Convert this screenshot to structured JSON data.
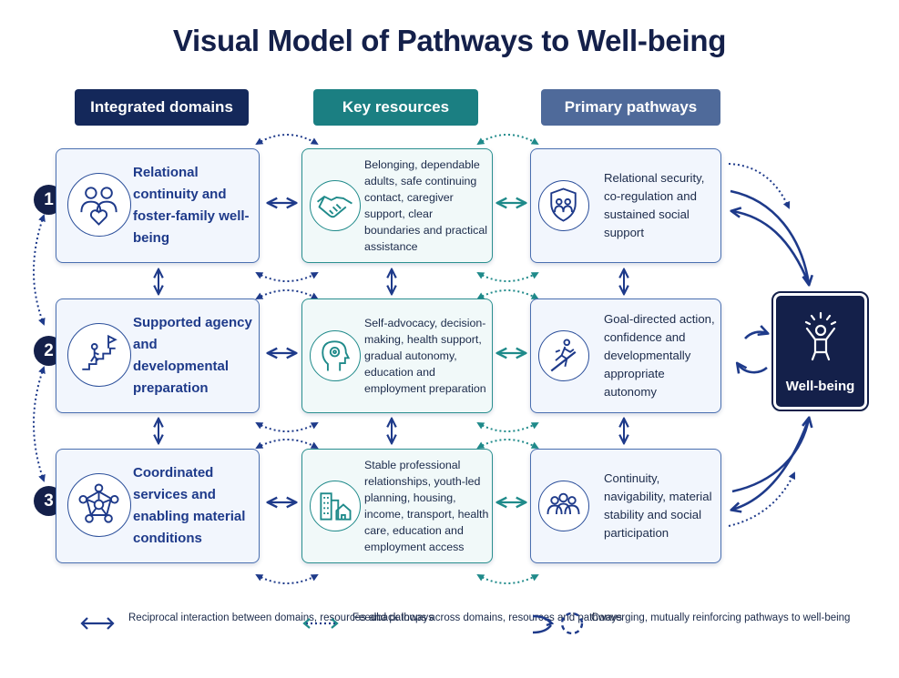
{
  "title": "Visual Model of Pathways to Well-being",
  "columns": {
    "domains": "Integrated domains",
    "resources": "Key resources",
    "pathways": "Primary pathways"
  },
  "colors": {
    "navy": "#14204a",
    "teal": "#1f8a8a",
    "slate": "#4f6a9a"
  },
  "rows": [
    {
      "number": "1",
      "domain": "Relational continuity and foster-family well-being",
      "domain_icon": "family-heart-icon",
      "resources": "Belonging, dependable adults, safe continuing contact, caregiver support, clear boundaries and practical assistance",
      "resource_icon": "handshake-icon",
      "pathway": "Relational security, co-regulation and sustained social support",
      "pathway_icon": "shield-people-icon"
    },
    {
      "number": "2",
      "domain": "Supported agency and developmental preparation",
      "domain_icon": "stairs-flag-icon",
      "resources": "Self-advocacy, decision-making, health support, gradual autonomy, education and employment preparation",
      "resource_icon": "head-mind-icon",
      "pathway": "Goal-directed action, confidence and developmentally appropriate autonomy",
      "pathway_icon": "runner-uphill-icon"
    },
    {
      "number": "3",
      "domain": "Coordinated services and enabling material conditions",
      "domain_icon": "network-icon",
      "resources": "Stable professional relationships, youth-led planning, housing, income, transport, health care, education and employment access",
      "resource_icon": "buildings-home-icon",
      "pathway": "Continuity, navigability, material stability and social participation",
      "pathway_icon": "group-people-icon"
    }
  ],
  "outcome": {
    "label": "Well-being",
    "icon": "person-celebrating-icon"
  },
  "legend": [
    {
      "icon": "double-arrow-icon",
      "text": "Reciprocal interaction between domains, resources and pathways"
    },
    {
      "icon": "dotted-arrow-icon",
      "text": "Feedback loops across domains, resources and pathways"
    },
    {
      "icon": "converging-cycle-icon",
      "text": "Converging, mutually reinforcing pathways to well-being"
    }
  ]
}
